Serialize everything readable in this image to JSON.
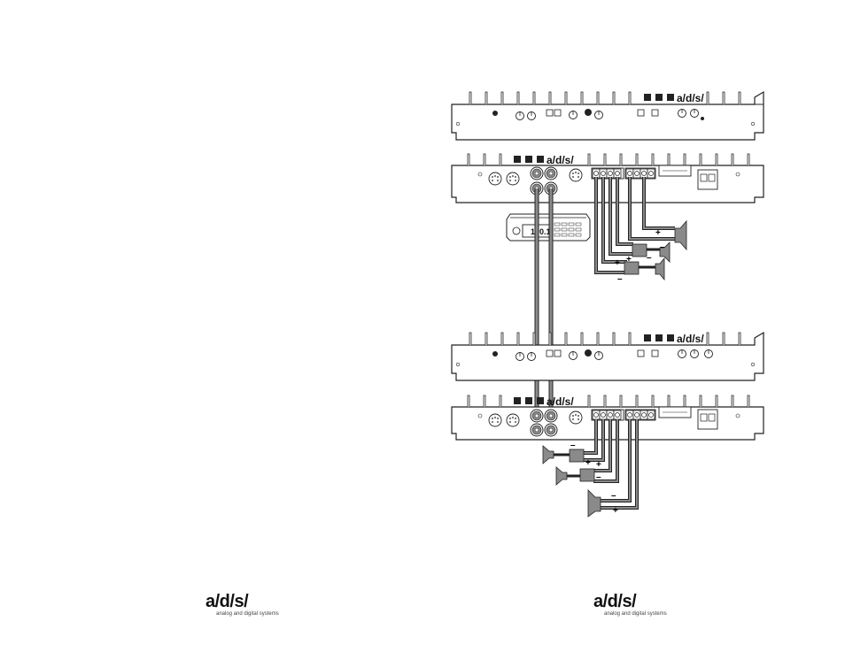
{
  "brand": {
    "mark": "a/d/s/",
    "tagline": "analog and digital systems"
  },
  "amps": [
    {
      "front_logo": "a/d/s/",
      "rear_logo": "a/d/s/"
    },
    {
      "front_logo": "a/d/s/",
      "rear_logo": "a/d/s/"
    }
  ],
  "headunit": {
    "display": "100.1"
  },
  "polarity": {
    "plus": "+",
    "minus": "–"
  }
}
